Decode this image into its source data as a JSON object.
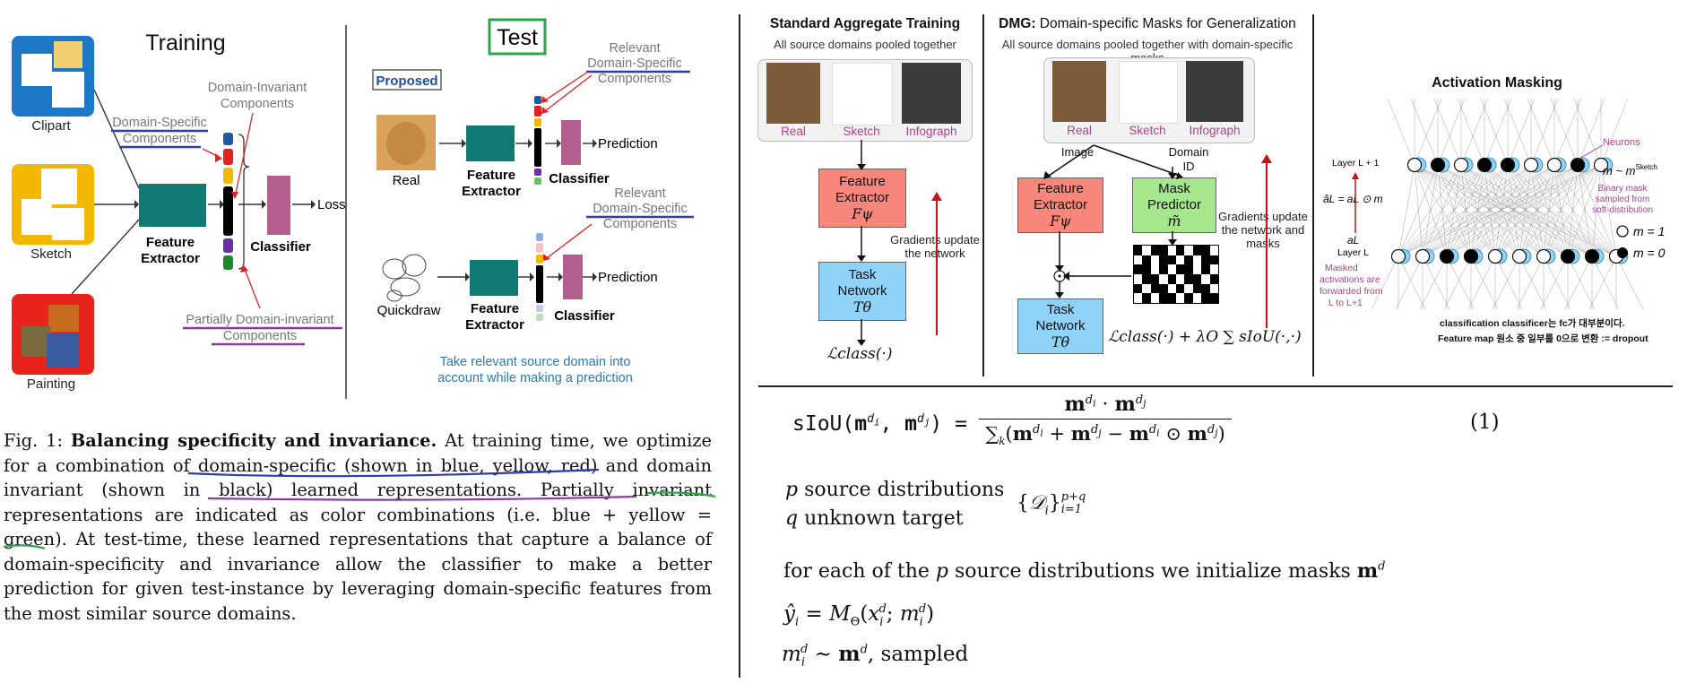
{
  "left_figure": {
    "training_title": "Training",
    "test_title": "Test",
    "domains": [
      "Clipart",
      "Sketch",
      "Painting"
    ],
    "feature_extractor_label": "Feature Extractor",
    "classifier_label": "Classifier",
    "loss_label": "Loss",
    "domain_invariant_label": "Domain-Invariant Components",
    "domain_specific_label": "Domain-Specific Components",
    "partially_invariant_label": "Partially Domain-invariant Components",
    "proposed_label": "Proposed",
    "real_label": "Real",
    "quickdraw_label": "Quickdraw",
    "prediction_label": "Prediction",
    "relevant_label_1": "Relevant Domain-Specific Components",
    "relevant_label_2": "Relevant Domain-Specific Components",
    "take_relevant_note": "Take relevant source domain into account while making a prediction"
  },
  "caption": {
    "prefix": "Fig. 1: ",
    "bold": "Balancing specificity and invariance.",
    "text": " At training time, we optimize for a combination of domain-specific (shown in blue, yellow, red) and domain invariant (shown in black) learned representations. Partially invariant representations are indicated as color combinations (i.e. blue + yellow = green). At test-time, these learned representations that capture a balance of domain-specificity and invariance allow the classifier to make a better prediction for given test-instance by leveraging domain-specific features from the most similar source domains."
  },
  "standard_panel": {
    "title": "Standard Aggregate Training",
    "subtitle": "All source domains pooled together",
    "images": [
      "Real",
      "Sketch",
      "Infograph"
    ],
    "feature_extractor": "Feature Extractor",
    "feature_symbol": "Fψ",
    "task_network": "Task Network",
    "task_symbol": "Tθ",
    "gradients_note": "Gradients update the network",
    "loss": "ℒclass(·)"
  },
  "dmg_panel": {
    "title_bold": "DMG:",
    "title_rest": " Domain-specific Masks for Generalization",
    "subtitle": "All source domains pooled together with domain-specific masks",
    "images": [
      "Real",
      "Sketch",
      "Infograph"
    ],
    "image_label": "Image",
    "domain_id_label": "Domain ID",
    "feature_extractor": "Feature Extractor",
    "feature_symbol": "Fψ",
    "mask_predictor": "Mask Predictor",
    "mask_symbol": "m̃",
    "task_network": "Task Network",
    "task_symbol": "Tθ",
    "gradients_note": "Gradients update the network and masks",
    "loss": "ℒclass(·) + λO ∑ sIoU(·,·)"
  },
  "activation_panel": {
    "title": "Activation Masking",
    "neurons_label": "Neurons",
    "layer_top": "Layer L + 1",
    "layer_bottom": "Layer L",
    "a_hat_eq": "âL = aL ⊙ m",
    "a_l": "aL",
    "m_sketch": "m ~ m",
    "m_sketch_sup": "Sketch",
    "binary_mask_note": "Binary mask sampled from soft-distribution",
    "masked_note": "Masked activations are forwarded from L to L+1",
    "legend_m1": "m = 1",
    "legend_m0": "m = 0",
    "korean_note_1": "classification classificer는 fc가 대부분이다.",
    "korean_note_2": "Feature map  원소 중 일부를 0으로 변환 := dropout"
  },
  "equations": {
    "siou_lhs": "sIoU(m",
    "eq_number": "(1)",
    "p_source": "p source distributions",
    "q_target": "q unknown target",
    "dset": "{𝒟i}",
    "dset_sup": "p+q",
    "dset_sub": "i=1",
    "init_text": "for each of the p source distributions we initialize masks m",
    "yhat": "ŷi = MΘ(x",
    "sampled": "m",
    "sampled_tail": ", sampled"
  },
  "colors": {
    "teal": "#0e7a73",
    "classifier": "#b35e8c",
    "blue_underline": "#2d3bb5",
    "purple_underline": "#8a3aa0",
    "green_underline": "#2aa64a",
    "salmon": "#f6877a",
    "lightblue": "#8fd3f8",
    "lightgreen": "#a6e68c"
  }
}
